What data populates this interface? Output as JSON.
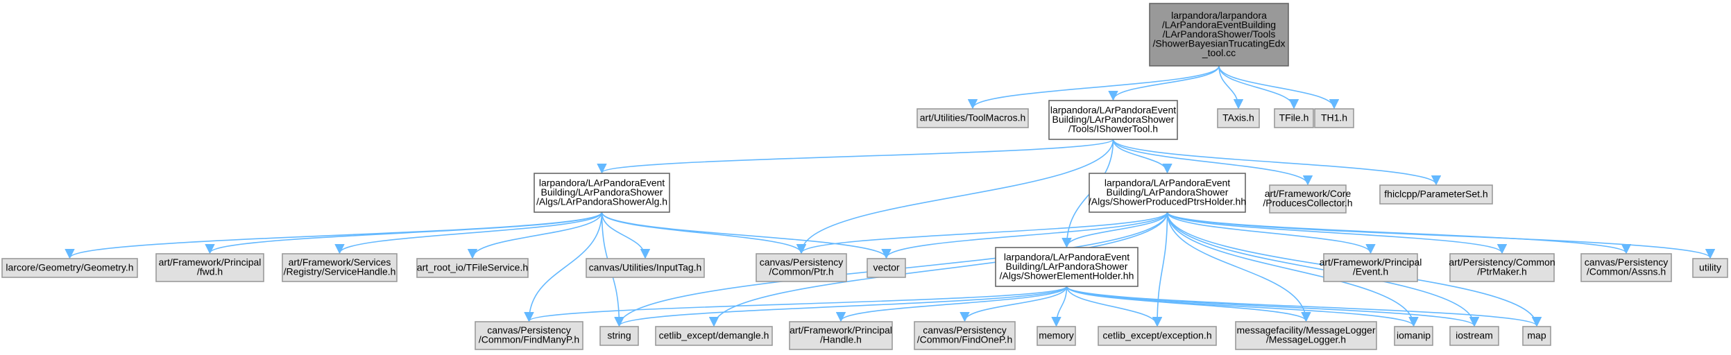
{
  "graph": {
    "edge_color": "#63b8ff",
    "root_fill": "#999999",
    "include_fill": "#ffffff",
    "external_fill": "#e0e0e0",
    "nodes": [
      {
        "id": "root",
        "kind": "root",
        "lines": [
          "larpandora/larpandora",
          "/LArPandoraEventBuilding",
          "/LArPandoraShower/Tools",
          "/ShowerBayesianTrucatingEdx",
          "_tool.cc"
        ]
      },
      {
        "id": "toolmacros",
        "kind": "lib",
        "lines": [
          "art/Utilities/ToolMacros.h"
        ]
      },
      {
        "id": "ishowertool",
        "kind": "inc",
        "lines": [
          "larpandora/LArPandoraEvent",
          "Building/LArPandoraShower",
          "/Tools/IShowerTool.h"
        ]
      },
      {
        "id": "taxis",
        "kind": "lib",
        "lines": [
          "TAxis.h"
        ]
      },
      {
        "id": "tfile",
        "kind": "lib",
        "lines": [
          "TFile.h"
        ]
      },
      {
        "id": "th1",
        "kind": "lib",
        "lines": [
          "TH1.h"
        ]
      },
      {
        "id": "showeralg",
        "kind": "inc",
        "lines": [
          "larpandora/LArPandoraEvent",
          "Building/LArPandoraShower",
          "/Algs/LArPandoraShowerAlg.h"
        ]
      },
      {
        "id": "ptrsholder",
        "kind": "inc",
        "lines": [
          "larpandora/LArPandoraEvent",
          "Building/LArPandoraShower",
          "/Algs/ShowerProducedPtrsHolder.hh"
        ]
      },
      {
        "id": "producescollector",
        "kind": "lib",
        "lines": [
          "art/Framework/Core",
          "/ProducesCollector.h"
        ]
      },
      {
        "id": "parameterset",
        "kind": "lib",
        "lines": [
          "fhiclcpp/ParameterSet.h"
        ]
      },
      {
        "id": "geometry",
        "kind": "lib",
        "lines": [
          "larcore/Geometry/Geometry.h"
        ]
      },
      {
        "id": "fwd",
        "kind": "lib",
        "lines": [
          "art/Framework/Principal",
          "/fwd.h"
        ]
      },
      {
        "id": "servicehandle",
        "kind": "lib",
        "lines": [
          "art/Framework/Services",
          "/Registry/ServiceHandle.h"
        ]
      },
      {
        "id": "tfileservice",
        "kind": "lib",
        "lines": [
          "art_root_io/TFileService.h"
        ]
      },
      {
        "id": "inputtag",
        "kind": "lib",
        "lines": [
          "canvas/Utilities/InputTag.h"
        ]
      },
      {
        "id": "ptr",
        "kind": "lib",
        "lines": [
          "canvas/Persistency",
          "/Common/Ptr.h"
        ]
      },
      {
        "id": "vector",
        "kind": "lib",
        "lines": [
          "vector"
        ]
      },
      {
        "id": "elementholder",
        "kind": "inc",
        "lines": [
          "larpandora/LArPandoraEvent",
          "Building/LArPandoraShower",
          "/Algs/ShowerElementHolder.hh"
        ]
      },
      {
        "id": "event",
        "kind": "lib",
        "lines": [
          "art/Framework/Principal",
          "/Event.h"
        ]
      },
      {
        "id": "ptrmaker",
        "kind": "lib",
        "lines": [
          "art/Persistency/Common",
          "/PtrMaker.h"
        ]
      },
      {
        "id": "assns",
        "kind": "lib",
        "lines": [
          "canvas/Persistency",
          "/Common/Assns.h"
        ]
      },
      {
        "id": "utility",
        "kind": "lib",
        "lines": [
          "utility"
        ]
      },
      {
        "id": "findmanyp",
        "kind": "lib",
        "lines": [
          "canvas/Persistency",
          "/Common/FindManyP.h"
        ]
      },
      {
        "id": "string",
        "kind": "lib",
        "lines": [
          "string"
        ]
      },
      {
        "id": "demangle",
        "kind": "lib",
        "lines": [
          "cetlib_except/demangle.h"
        ]
      },
      {
        "id": "handle",
        "kind": "lib",
        "lines": [
          "art/Framework/Principal",
          "/Handle.h"
        ]
      },
      {
        "id": "findonep",
        "kind": "lib",
        "lines": [
          "canvas/Persistency",
          "/Common/FindOneP.h"
        ]
      },
      {
        "id": "memory",
        "kind": "lib",
        "lines": [
          "memory"
        ]
      },
      {
        "id": "exception",
        "kind": "lib",
        "lines": [
          "cetlib_except/exception.h"
        ]
      },
      {
        "id": "messagelogger",
        "kind": "lib",
        "lines": [
          "messagefacility/MessageLogger",
          "/MessageLogger.h"
        ]
      },
      {
        "id": "iomanip",
        "kind": "lib",
        "lines": [
          "iomanip"
        ]
      },
      {
        "id": "iostream",
        "kind": "lib",
        "lines": [
          "iostream"
        ]
      },
      {
        "id": "map",
        "kind": "lib",
        "lines": [
          "map"
        ]
      }
    ],
    "edges": [
      [
        "root",
        "toolmacros"
      ],
      [
        "root",
        "ishowertool"
      ],
      [
        "root",
        "taxis"
      ],
      [
        "root",
        "tfile"
      ],
      [
        "root",
        "th1"
      ],
      [
        "ishowertool",
        "showeralg"
      ],
      [
        "ishowertool",
        "ptr"
      ],
      [
        "ishowertool",
        "ptrsholder"
      ],
      [
        "ishowertool",
        "elementholder"
      ],
      [
        "ishowertool",
        "producescollector"
      ],
      [
        "ishowertool",
        "parameterset"
      ],
      [
        "showeralg",
        "geometry"
      ],
      [
        "showeralg",
        "fwd"
      ],
      [
        "showeralg",
        "servicehandle"
      ],
      [
        "showeralg",
        "tfileservice"
      ],
      [
        "showeralg",
        "inputtag"
      ],
      [
        "showeralg",
        "ptr"
      ],
      [
        "showeralg",
        "vector"
      ],
      [
        "showeralg",
        "findmanyp"
      ],
      [
        "showeralg",
        "string"
      ],
      [
        "ptrsholder",
        "ptr"
      ],
      [
        "ptrsholder",
        "vector"
      ],
      [
        "ptrsholder",
        "elementholder"
      ],
      [
        "ptrsholder",
        "string"
      ],
      [
        "ptrsholder",
        "demangle"
      ],
      [
        "ptrsholder",
        "exception"
      ],
      [
        "ptrsholder",
        "messagelogger"
      ],
      [
        "ptrsholder",
        "iomanip"
      ],
      [
        "ptrsholder",
        "iostream"
      ],
      [
        "ptrsholder",
        "map"
      ],
      [
        "ptrsholder",
        "event"
      ],
      [
        "ptrsholder",
        "ptrmaker"
      ],
      [
        "ptrsholder",
        "assns"
      ],
      [
        "ptrsholder",
        "utility"
      ],
      [
        "elementholder",
        "findmanyp"
      ],
      [
        "elementholder",
        "string"
      ],
      [
        "elementholder",
        "handle"
      ],
      [
        "elementholder",
        "findonep"
      ],
      [
        "elementholder",
        "memory"
      ],
      [
        "elementholder",
        "exception"
      ],
      [
        "elementholder",
        "messagelogger"
      ],
      [
        "elementholder",
        "iomanip"
      ],
      [
        "elementholder",
        "iostream"
      ],
      [
        "elementholder",
        "map"
      ]
    ]
  }
}
